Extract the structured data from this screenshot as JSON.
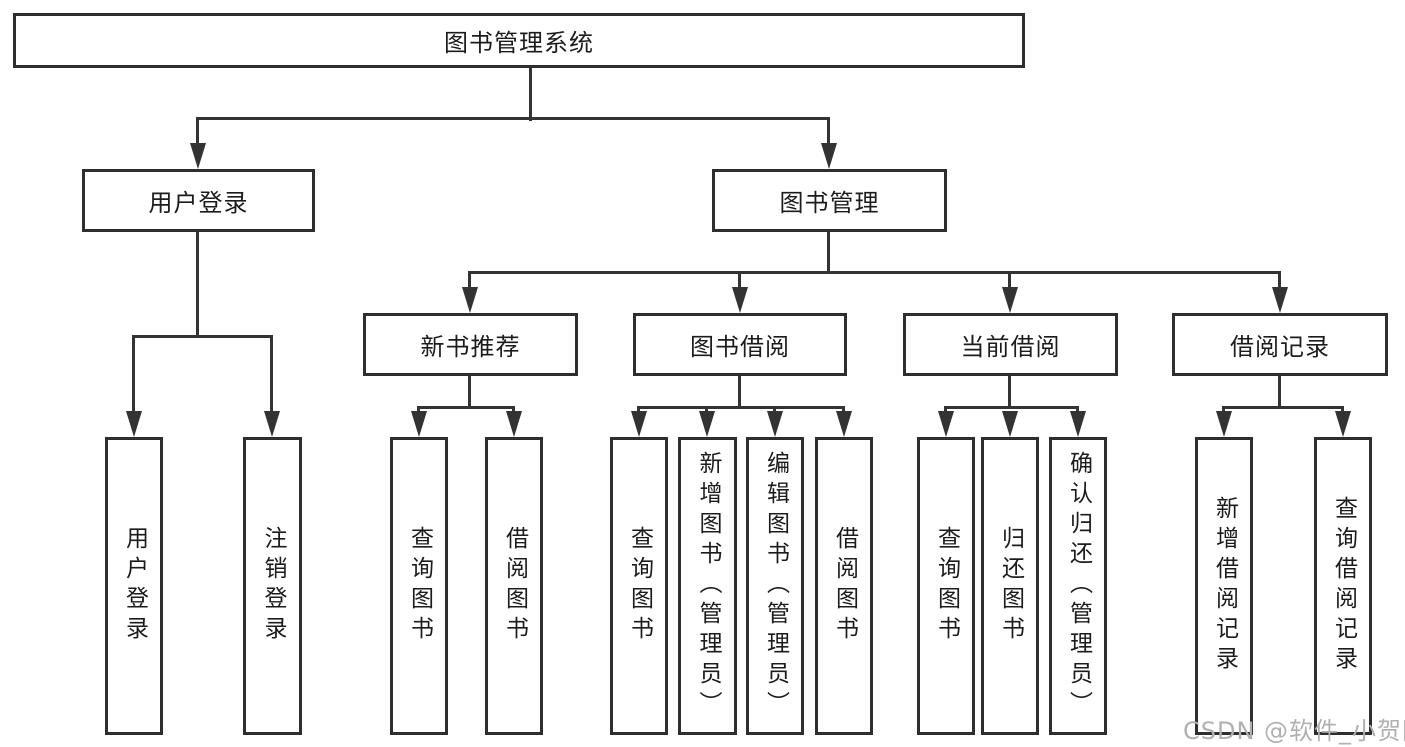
{
  "diagram": {
    "type": "hierarchy-tree",
    "orientation": "top-down",
    "colors": {
      "background": "#ffffff",
      "box_border": "#2e2e2e",
      "connector_line": "#333333",
      "text": "#1c1c1c",
      "watermark_text": "#b0b0b0"
    }
  },
  "tree": {
    "label": "图书管理系统",
    "children": [
      {
        "label": "用户登录",
        "children": [
          {
            "label": "用户登录"
          },
          {
            "label": "注销登录"
          }
        ]
      },
      {
        "label": "图书管理",
        "children": [
          {
            "label": "新书推荐",
            "children": [
              {
                "label": "查询图书"
              },
              {
                "label": "借阅图书"
              }
            ]
          },
          {
            "label": "图书借阅",
            "children": [
              {
                "label": "查询图书"
              },
              {
                "label": "新增图书（管理员）"
              },
              {
                "label": "编辑图书（管理员）"
              },
              {
                "label": "借阅图书"
              }
            ]
          },
          {
            "label": "当前借阅",
            "children": [
              {
                "label": "查询图书"
              },
              {
                "label": "归还图书"
              },
              {
                "label": "确认归还（管理员）"
              }
            ]
          },
          {
            "label": "借阅记录",
            "children": [
              {
                "label": "新增借阅记录"
              },
              {
                "label": "查询借阅记录"
              }
            ]
          }
        ]
      }
    ]
  },
  "watermark": {
    "text": "CSDN @软件_小贺同学"
  }
}
